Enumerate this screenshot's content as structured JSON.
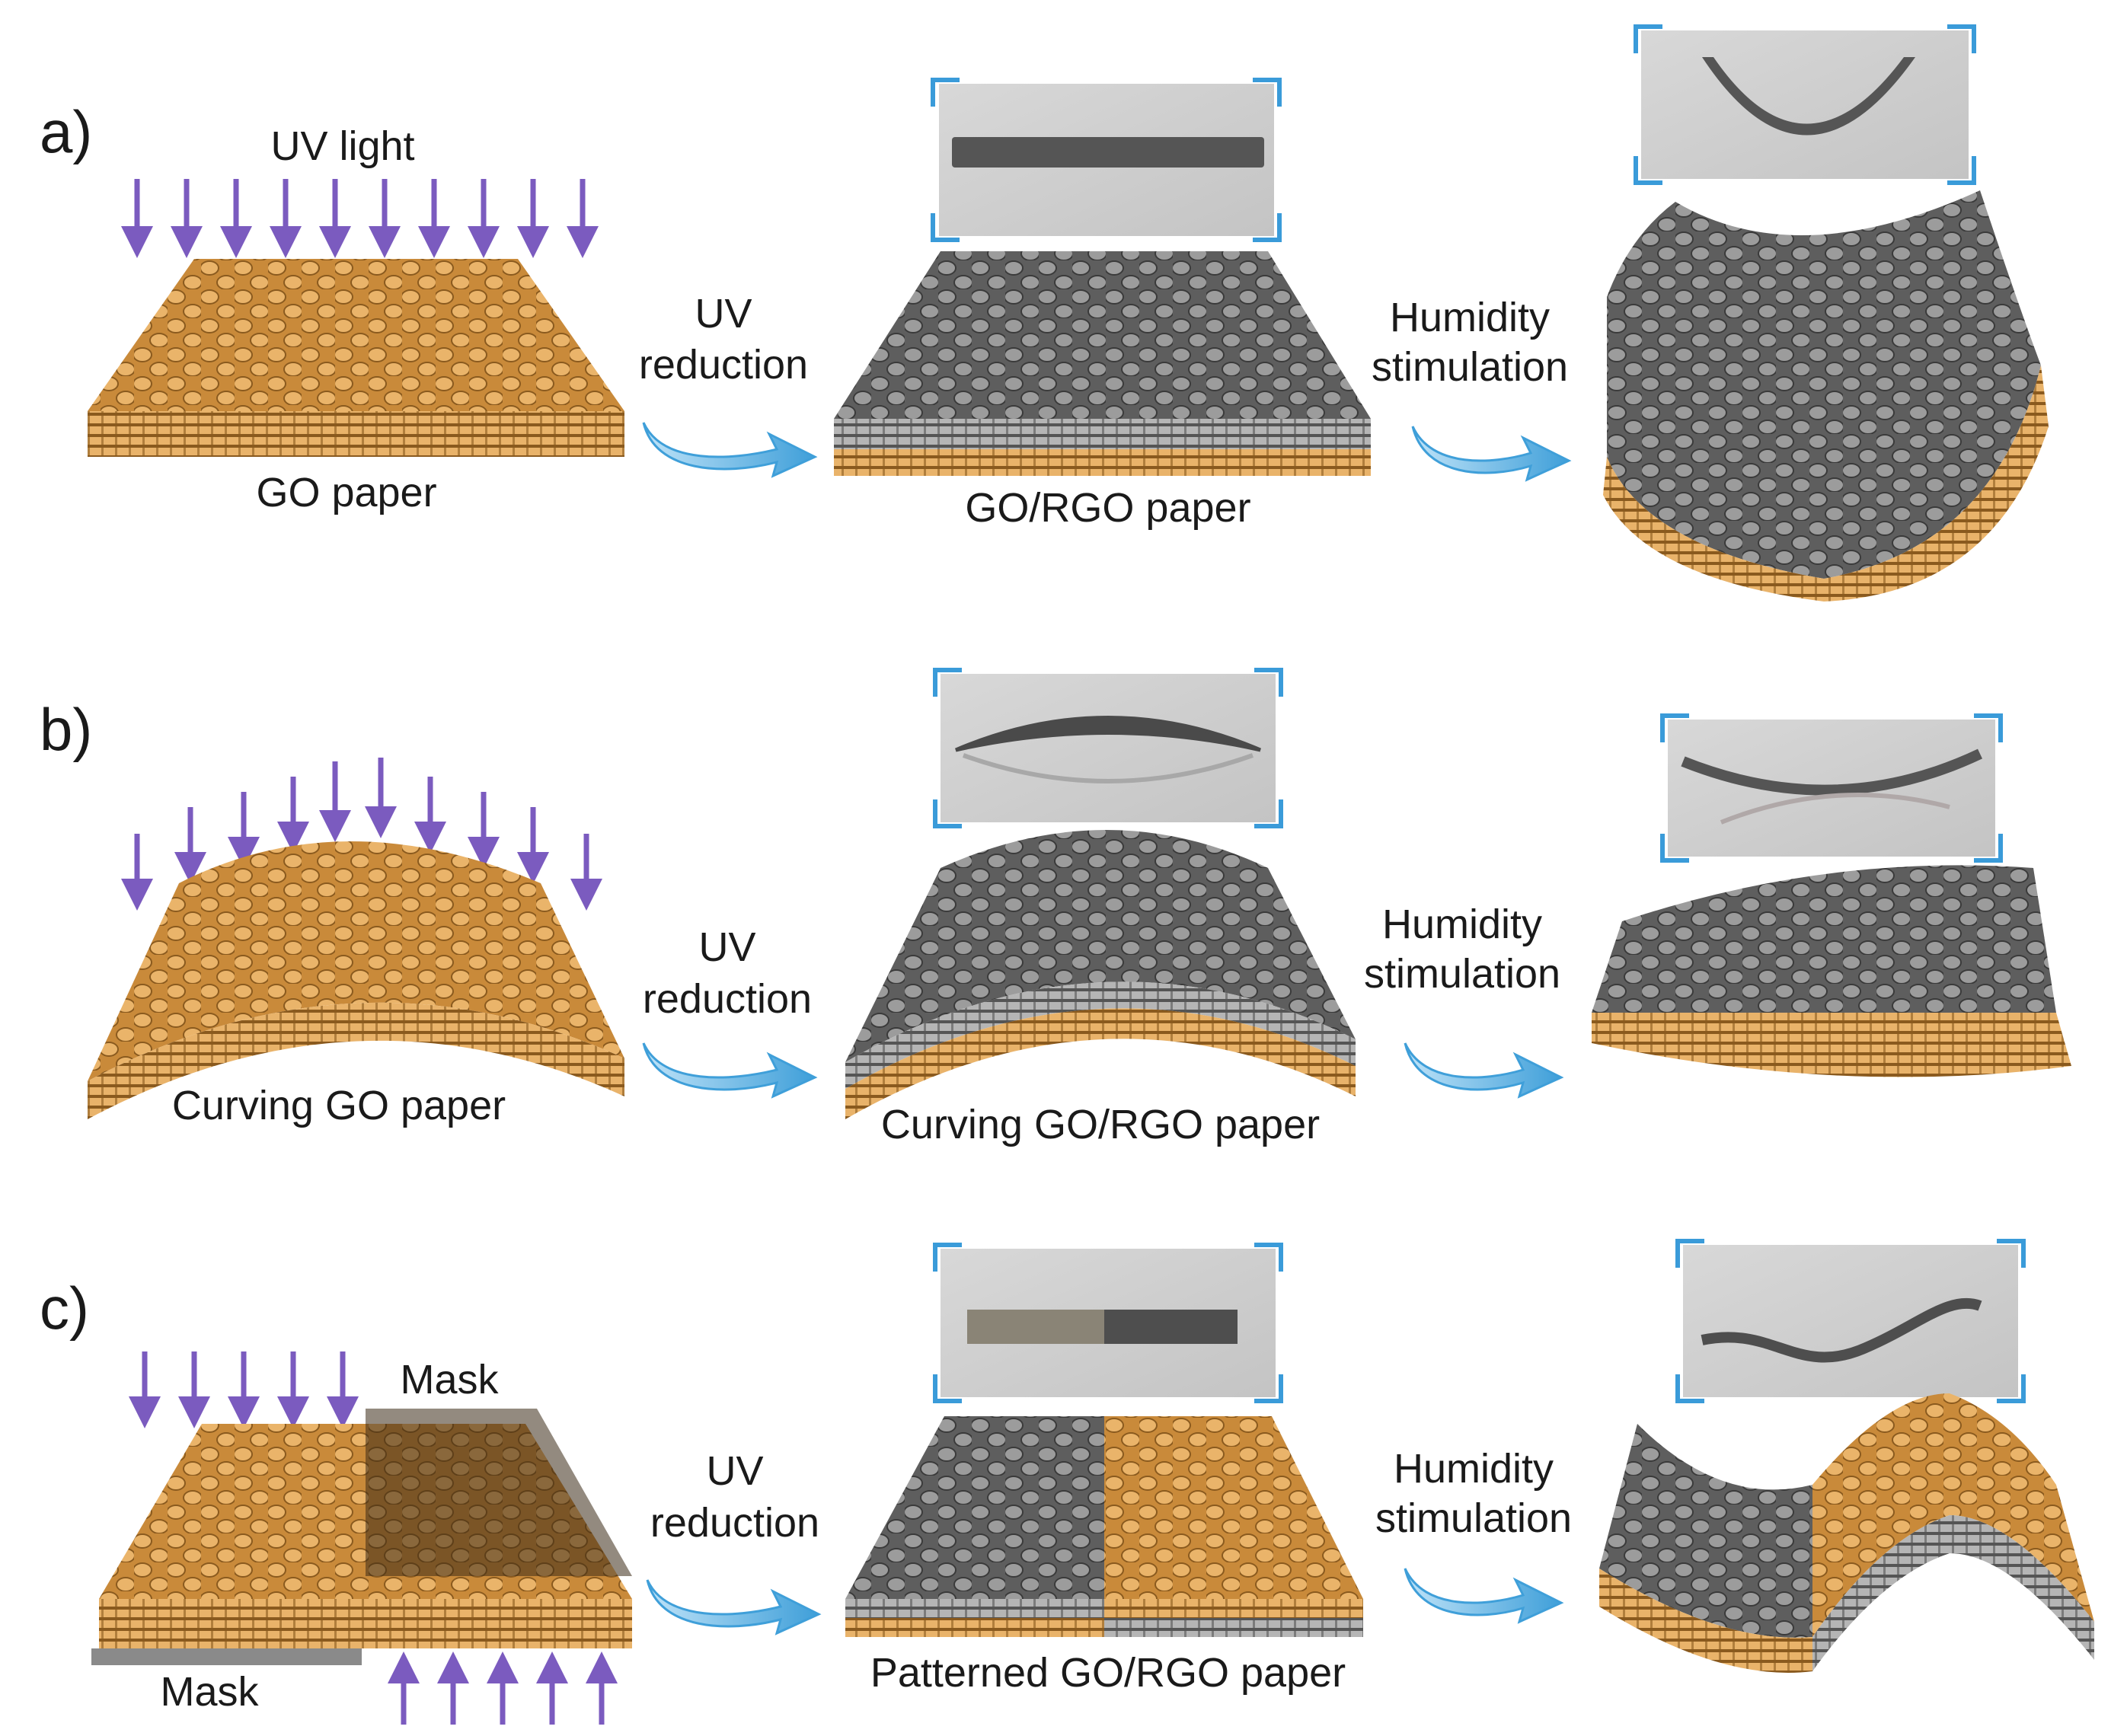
{
  "rows": [
    {
      "panel_label": "a)",
      "light_label": "UV light",
      "step1_label_line1": "UV",
      "step1_label_line2": "reduction",
      "step2_label_line1": "Humidity",
      "step2_label_line2": "stimulation",
      "paper1_caption": "GO paper",
      "paper2_caption": "GO/RGO paper"
    },
    {
      "panel_label": "b)",
      "step1_label_line1": "UV",
      "step1_label_line2": "reduction",
      "step2_label_line1": "Humidity",
      "step2_label_line2": "stimulation",
      "paper1_caption": "Curving GO paper",
      "paper2_caption": "Curving GO/RGO paper"
    },
    {
      "panel_label": "c)",
      "mask_top_label": "Mask",
      "mask_bottom_label": "Mask",
      "step1_label_line1": "UV",
      "step1_label_line2": "reduction",
      "step2_label_line1": "Humidity",
      "step2_label_line2": "stimulation",
      "paper2_caption": "Patterned GO/RGO paper"
    }
  ],
  "colors": {
    "go_orange": "#d89a45",
    "rgo_gray": "#808080",
    "arrow_purple": "#7b5bbf",
    "process_arrow_blue": "#5fb4e6",
    "bracket_blue": "#3a9bd9",
    "photo_bg": "#cfcfcf",
    "mask_gray": "#8a8a8a"
  }
}
